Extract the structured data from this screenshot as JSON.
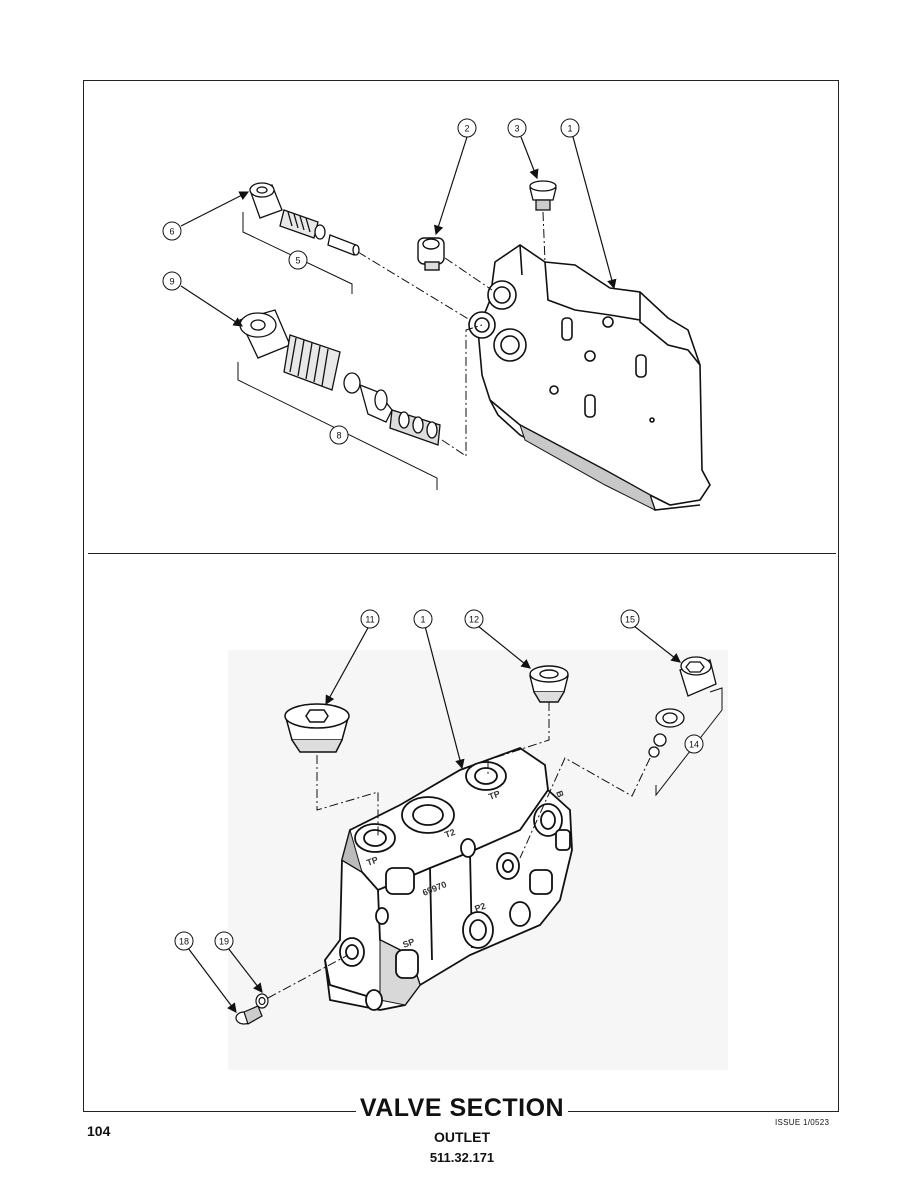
{
  "footer": {
    "title": "VALVE SECTION",
    "subtitle": "OUTLET",
    "part_number": "511.32.171",
    "page_number": "104",
    "issue": "ISSUE 1/0523"
  },
  "diagram_top": {
    "callouts": [
      "2",
      "3",
      "1",
      "6",
      "5",
      "9",
      "8"
    ]
  },
  "diagram_bottom": {
    "callouts": [
      "11",
      "1",
      "12",
      "15",
      "14",
      "18",
      "19"
    ],
    "body_markings": [
      "TP",
      "T2",
      "TP",
      "P2",
      "SP",
      "B",
      "69970"
    ]
  },
  "colors": {
    "line": "#111111",
    "part_fill": "#ffffff",
    "shade": "#c8c8c8"
  }
}
